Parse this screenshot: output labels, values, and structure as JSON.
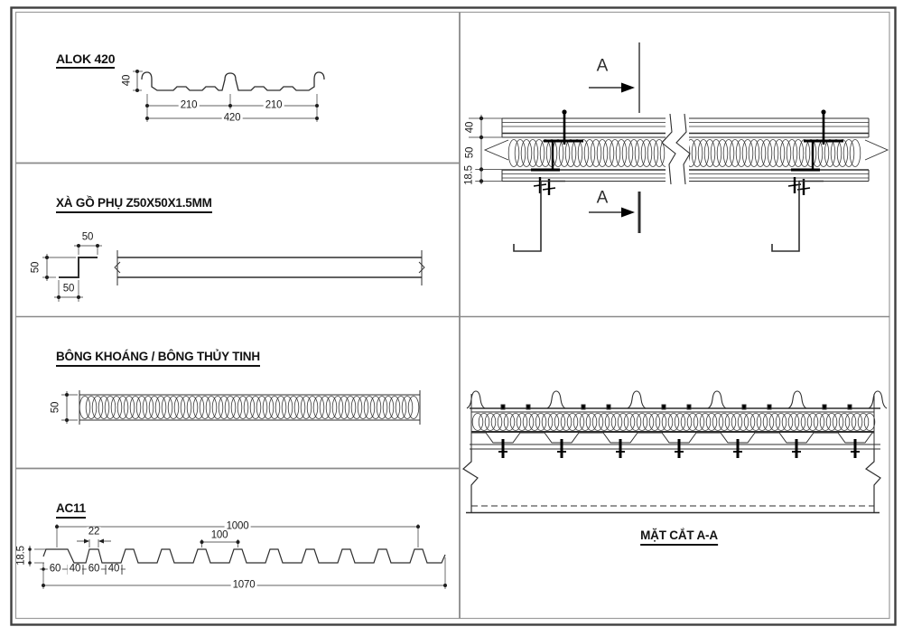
{
  "panels": {
    "alok420": {
      "title": "ALOK 420",
      "dims": {
        "height": "40",
        "left_pitch": "210",
        "right_pitch": "210",
        "total_width": "420"
      }
    },
    "xa_go_phu": {
      "title": "XÀ GỒ PHỤ Z50X50X1.5MM",
      "dims": {
        "top_flange": "50",
        "web": "50",
        "bottom_flange": "50"
      }
    },
    "bong_khoang": {
      "title": "BÔNG KHOÁNG / BÔNG THỦY TINH",
      "dims": {
        "thickness": "50"
      }
    },
    "ac11": {
      "title": "AC11",
      "dims": {
        "cover_width": "1000",
        "rib_top": "22",
        "pitch": "100",
        "height": "18.5",
        "seg_60a": "60",
        "seg_40a": "40",
        "seg_60b": "60",
        "seg_40b": "40",
        "overall_width": "1070"
      }
    },
    "section_detail": {
      "section_mark_top": "A",
      "section_mark_bottom": "A",
      "dims": {
        "roof_panel": "40",
        "insulation": "50",
        "liner_sheet": "18.5"
      }
    },
    "section_aa": {
      "title": "MẶT CẮT A-A"
    }
  },
  "colors": {
    "line": "#2e2e2e",
    "bold": "#000000",
    "border_outer": "#3f3f3f",
    "border_inner": "#9b9b9b",
    "divider": "#8a8a8a",
    "background": "#ffffff"
  }
}
